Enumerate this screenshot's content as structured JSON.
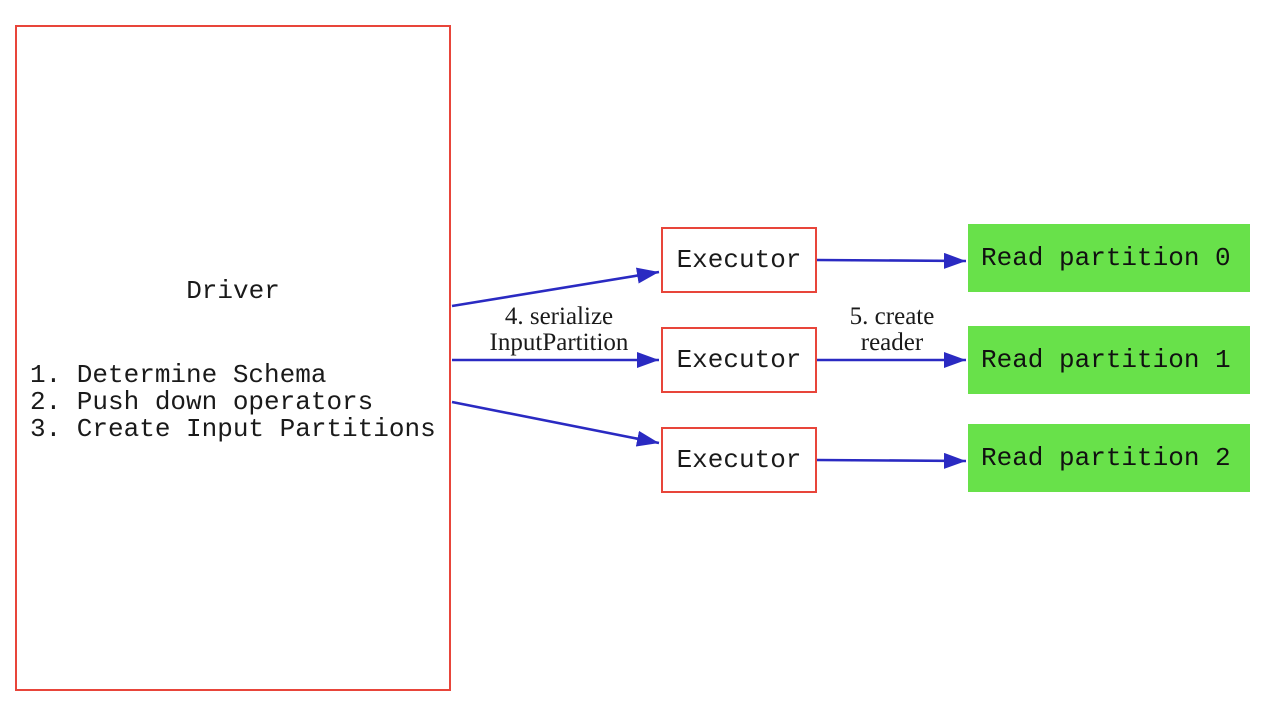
{
  "diagram": {
    "driver": {
      "title": "Driver",
      "steps": [
        "1. Determine Schema",
        "2. Push down operators",
        "3. Create Input Partitions"
      ]
    },
    "executors": [
      {
        "label": "Executor"
      },
      {
        "label": "Executor"
      },
      {
        "label": "Executor"
      }
    ],
    "read_partitions": [
      {
        "label": "Read partition 0"
      },
      {
        "label": "Read partition 1"
      },
      {
        "label": "Read partition 2"
      }
    ],
    "edge_labels": {
      "serialize_input_partition": "4. serialize\nInputPartition",
      "create_reader": "5. create\nreader"
    },
    "colors": {
      "box_border_red": "#e8453a",
      "arrow_blue": "#2a2ac2",
      "partition_green": "#68e14a",
      "text_black": "#1a1a1a",
      "background": "#ffffff"
    }
  }
}
